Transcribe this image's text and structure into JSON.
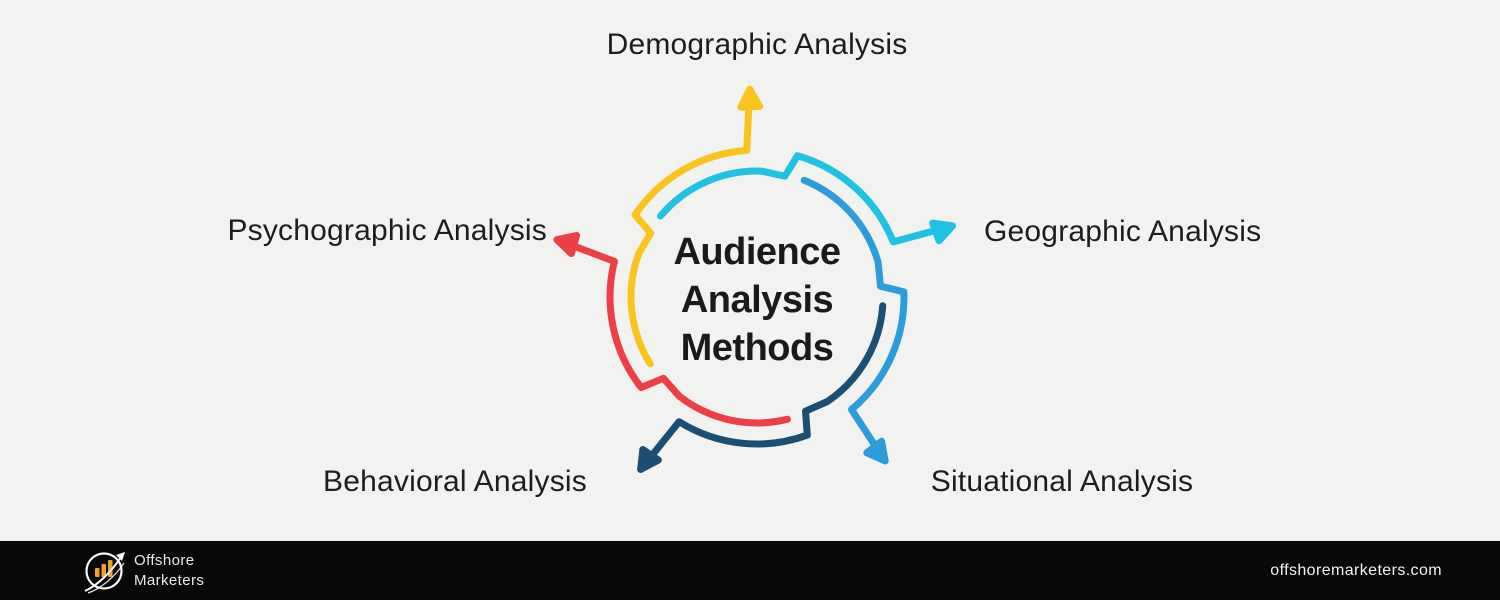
{
  "title": {
    "line1": "Audience",
    "line2": "Analysis",
    "line3": "Methods"
  },
  "methods": [
    {
      "label": "Demographic Analysis",
      "color": "#F9C41E"
    },
    {
      "label": "Geographic Analysis",
      "color": "#1FC2E2"
    },
    {
      "label": "Situational Analysis",
      "color": "#2D9CDB"
    },
    {
      "label": "Behavioral Analysis",
      "color": "#1A4E74"
    },
    {
      "label": "Psychographic Analysis",
      "color": "#EE3E46"
    }
  ],
  "colors": {
    "background": "#F2F2F0",
    "text": "#1D1D1D",
    "footer_background": "#080808",
    "footer_text": "#EDEDED",
    "logo_bar_color": "#F0A22D",
    "logo_line_color": "#FAFAFA"
  },
  "footer": {
    "brand_line1": "Offshore",
    "brand_line2": "Marketers",
    "website": "offshoremarketers.com"
  }
}
